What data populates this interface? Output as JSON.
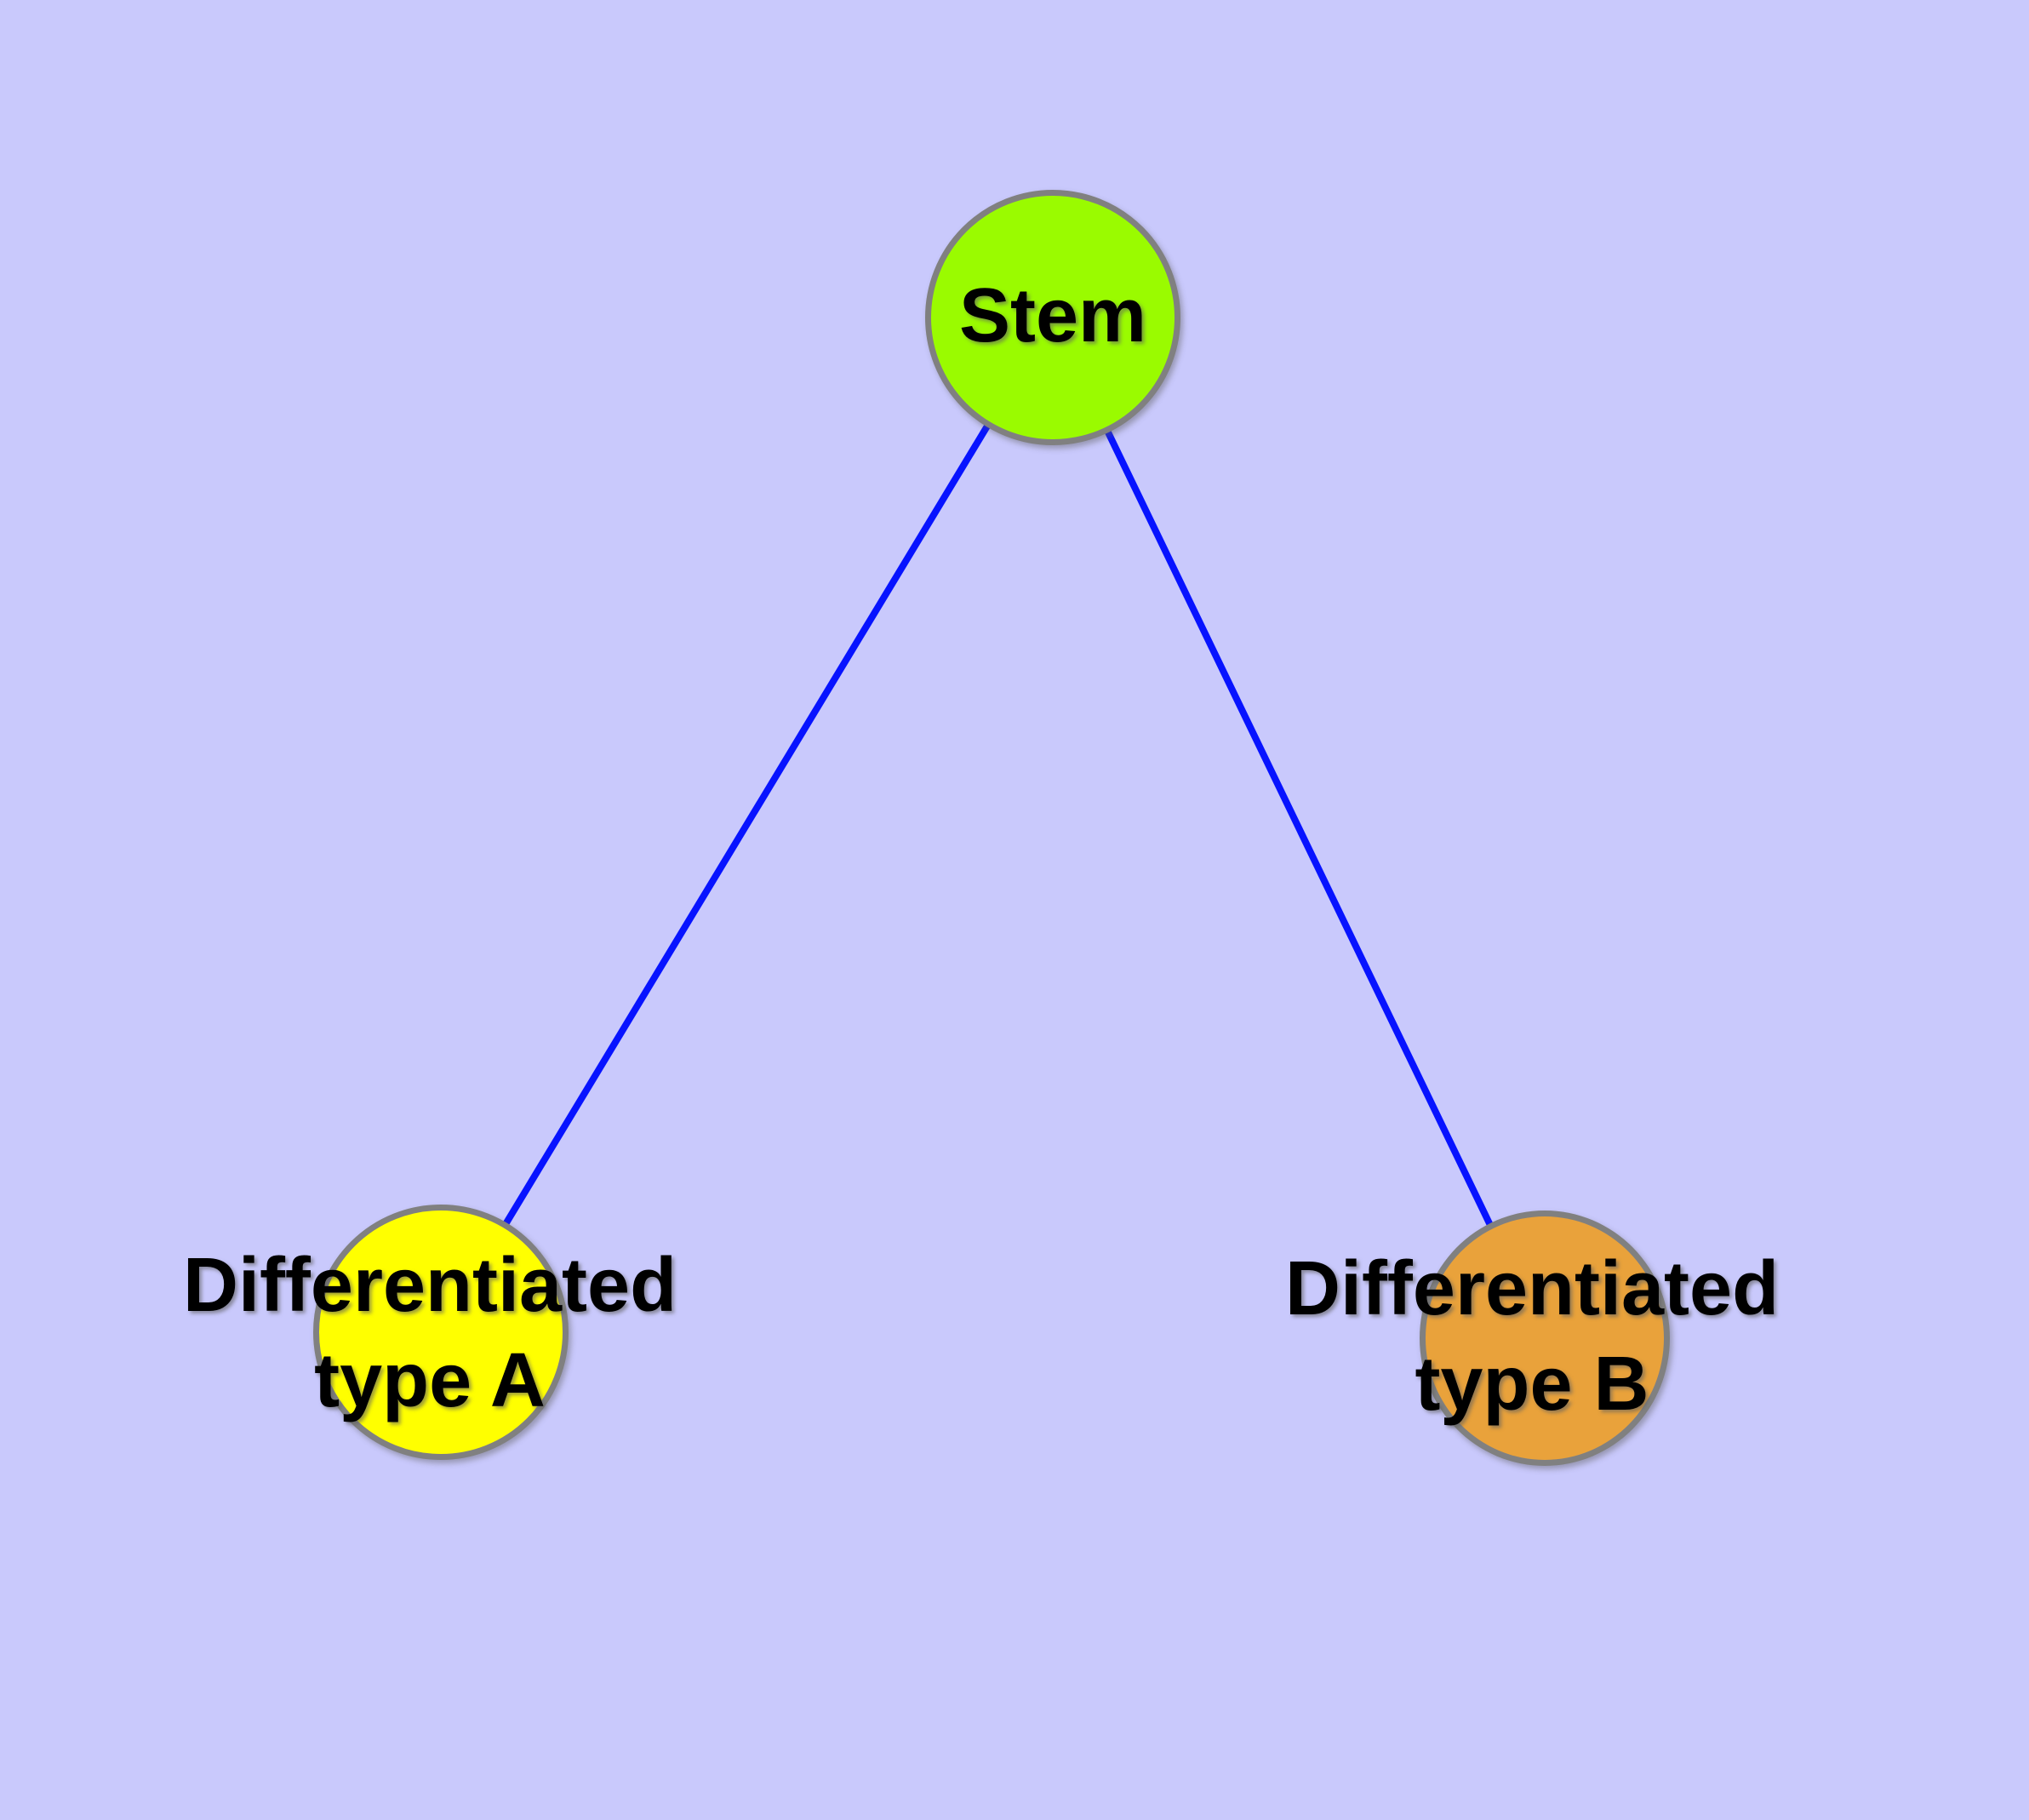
{
  "diagram": {
    "background_color": "#C9C9FC",
    "edge_color": "#0713FF",
    "node_border_color": "#808080",
    "label_color": "#000000",
    "nodes": [
      {
        "id": "stem",
        "label_lines": [
          "Stem"
        ],
        "fill": "#9AFB00"
      },
      {
        "id": "differentiated-type-a",
        "label_lines": [
          "Differentiated",
          "type A"
        ],
        "fill": "#FFFF00"
      },
      {
        "id": "differentiated-type-b",
        "label_lines": [
          "Differentiated",
          "type B"
        ],
        "fill": "#E9A23B"
      }
    ],
    "edges": [
      {
        "from": "stem",
        "to": "differentiated-type-a"
      },
      {
        "from": "stem",
        "to": "differentiated-type-b"
      }
    ]
  }
}
